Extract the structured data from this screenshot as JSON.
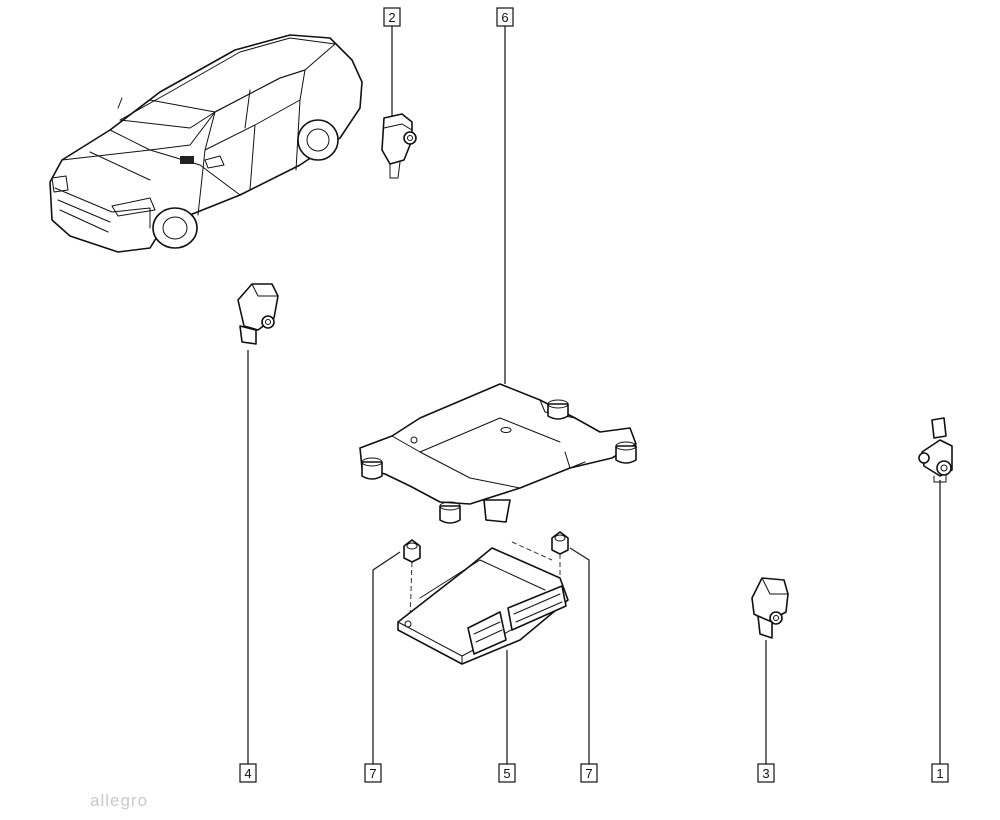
{
  "diagram": {
    "callouts": [
      {
        "id": "c1",
        "label": "1"
      },
      {
        "id": "c2",
        "label": "2"
      },
      {
        "id": "c3",
        "label": "3"
      },
      {
        "id": "c4",
        "label": "4"
      },
      {
        "id": "c5",
        "label": "5"
      },
      {
        "id": "c6",
        "label": "6"
      },
      {
        "id": "c7a",
        "label": "7"
      },
      {
        "id": "c7b",
        "label": "7"
      }
    ],
    "parts": [
      {
        "name": "vehicle-illustration"
      },
      {
        "name": "impact-sensor"
      },
      {
        "name": "control-unit"
      },
      {
        "name": "mounting-bracket"
      },
      {
        "name": "nut"
      }
    ],
    "watermark": "allegro"
  }
}
